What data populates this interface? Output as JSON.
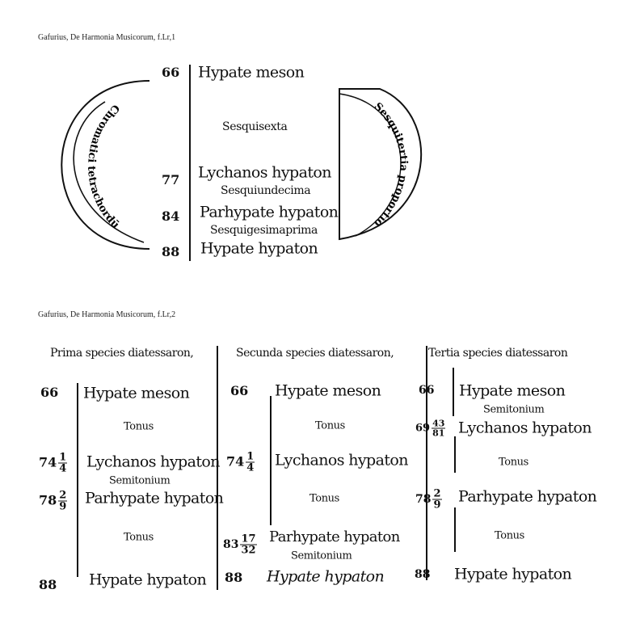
{
  "figure1": {
    "caption": "Gafurius, De Harmonia Musicorum, f.Lr,1",
    "notes": [
      {
        "number": "66",
        "name": "Hypate meson"
      },
      {
        "number": "77",
        "name": "Lychanos hypaton"
      },
      {
        "number": "84",
        "name": "Parhypate hypaton"
      },
      {
        "number": "88",
        "name": "Hypate hypaton"
      }
    ],
    "intervals": [
      "Sesquisexta",
      "Sesquiundecima",
      "Sesquigesimaprima"
    ],
    "left_arc_label": "Chromatici tetrachordū",
    "right_arc_label": "Sesquitertia proportio"
  },
  "figure2": {
    "caption": "Gafurius, De Harmonia Musicorum, f.Lr,2",
    "columns": [
      {
        "header": "Prima species diatessaron,",
        "n1": "66",
        "p1": "Hypate meson",
        "i1": "Tonus",
        "n2": "74",
        "n2num": "1",
        "n2den": "4",
        "p2": "Lychanos hypaton",
        "i2": "Semitonium",
        "n3": "78",
        "n3num": "2",
        "n3den": "9",
        "p3": "Parhypate hypaton",
        "i3": "Tonus",
        "n4": "88",
        "p4": "Hypate hypaton"
      },
      {
        "header": "Secunda species diatessaron,",
        "n1": "66",
        "p1": "Hypate meson",
        "i1": "Tonus",
        "n2": "74",
        "n2num": "1",
        "n2den": "4",
        "p2": "Lychanos hypaton",
        "i2": "Tonus",
        "n3": "83",
        "n3num": "17",
        "n3den": "32",
        "p3": "Parhypate hypaton",
        "i3": "Semitonium",
        "n4": "88",
        "p4": "Hypate hypaton"
      },
      {
        "header": "Tertia species diatessaron",
        "n1": "66",
        "p1": "Hypate meson",
        "i1": "Semitonium",
        "n2": "69",
        "n2num": "43",
        "n2den": "81",
        "p2": "Lychanos hypaton",
        "i2": "Tonus",
        "n3": "78",
        "n3num": "2",
        "n3den": "9",
        "p3": "Parhypate hypaton",
        "i3": "Tonus",
        "n4": "88",
        "p4": "Hypate hypaton"
      }
    ]
  }
}
